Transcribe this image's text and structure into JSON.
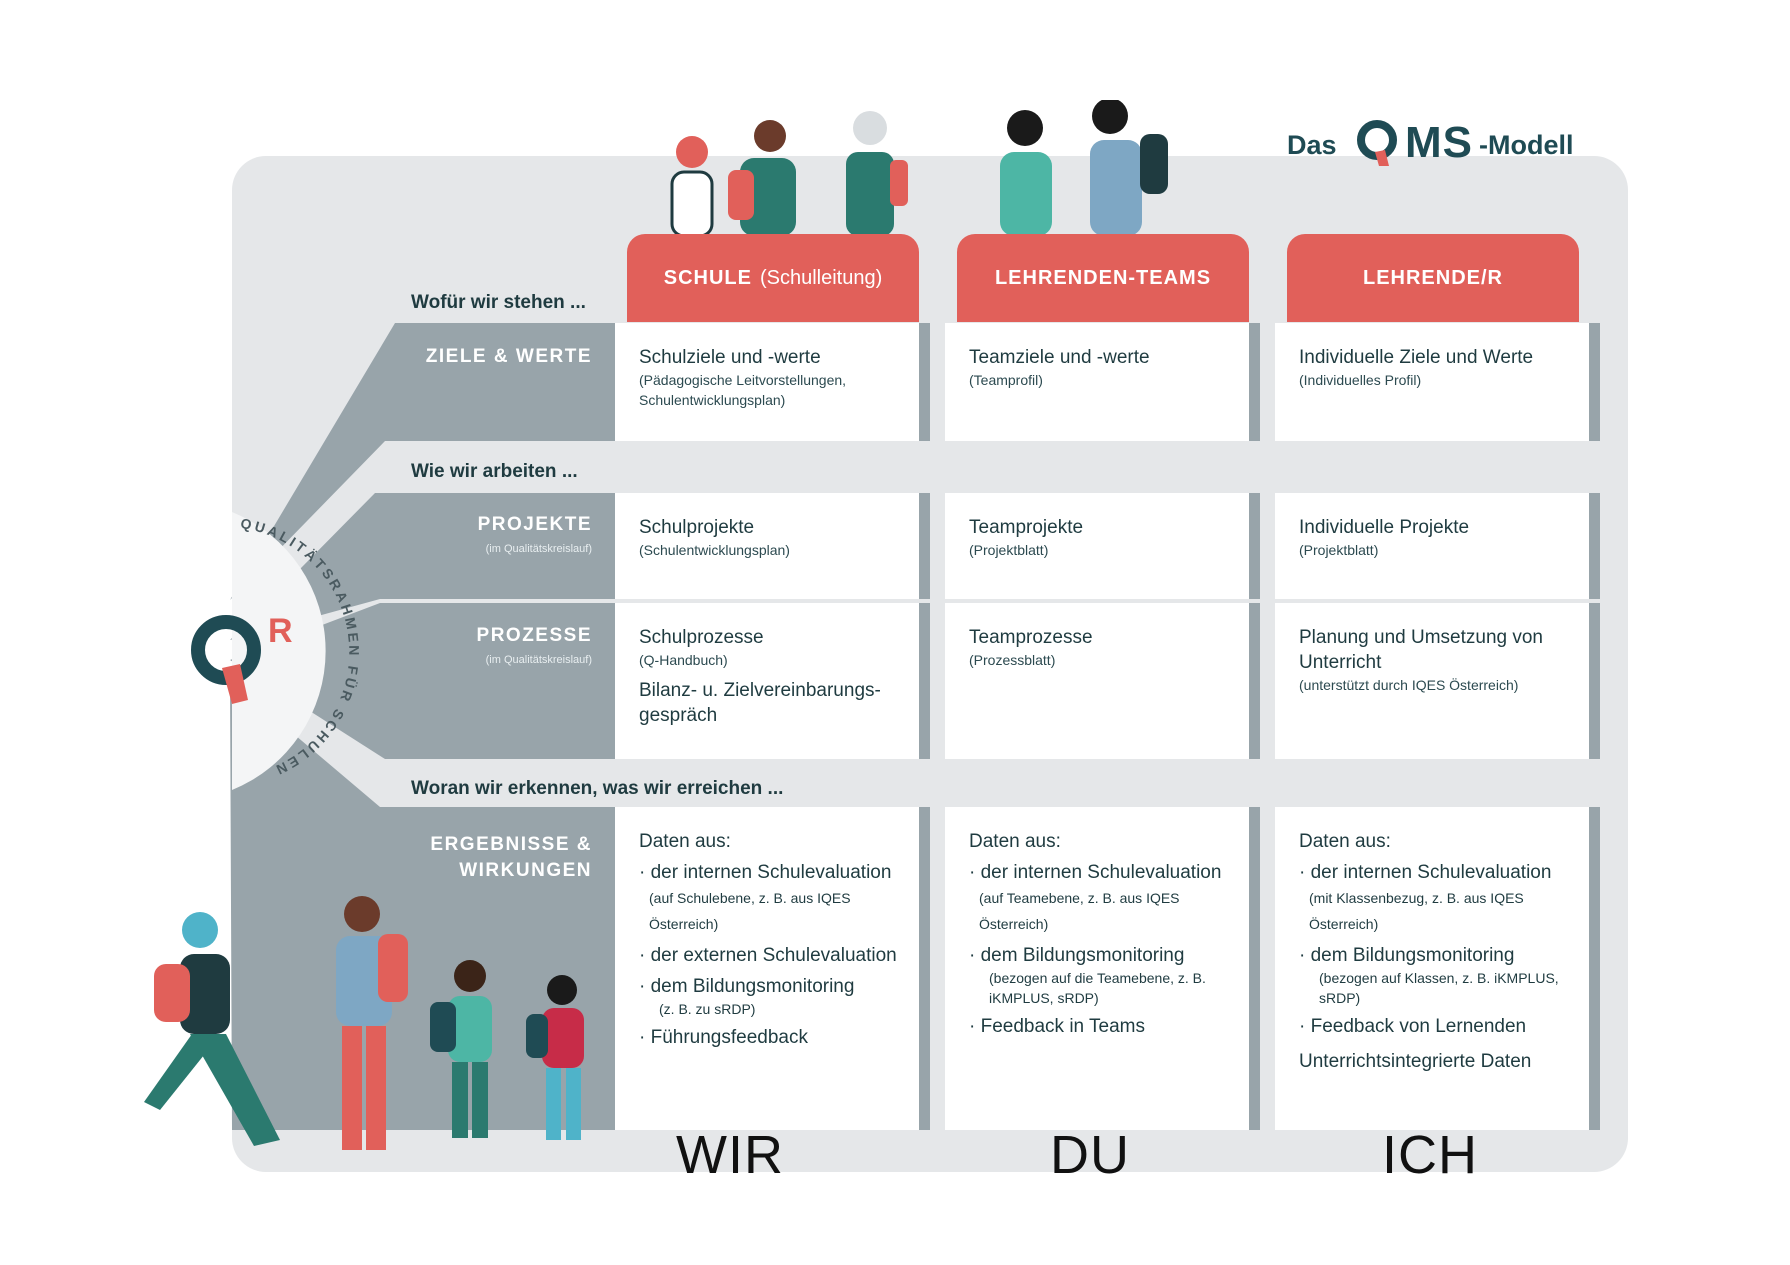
{
  "logo": {
    "prefix": "Das",
    "brand": "MS",
    "suffix": "-Modell"
  },
  "sections": {
    "stand": "Wofür wir stehen ...",
    "work": "Wie wir arbeiten ...",
    "recognize": "Woran wir erkennen, was wir erreichen ..."
  },
  "columns": [
    {
      "title": "SCHULE",
      "subtitle": "(Schulleitung)"
    },
    {
      "title": "LEHRENDEN-TEAMS",
      "subtitle": ""
    },
    {
      "title": "LEHRENDE/R",
      "subtitle": ""
    }
  ],
  "qr": {
    "ring_text": "QUALITÄTSRAHMEN FÜR SCHULEN",
    "letter": "R"
  },
  "rows": {
    "ziele": {
      "label": "ZIELE & WERTE",
      "cells": [
        {
          "main": "Schulziele und -werte",
          "note": "(Pädagogische Leitvorstellungen, Schulentwicklungsplan)"
        },
        {
          "main": "Teamziele und -werte",
          "note": "(Teamprofil)"
        },
        {
          "main": "Individuelle Ziele und Werte",
          "note": "(Individuelles Profil)"
        }
      ]
    },
    "projekte": {
      "label": "PROJEKTE",
      "sub": "(im Qualitätskreislauf)",
      "cells": [
        {
          "main": "Schulprojekte",
          "note": "(Schulentwicklungsplan)"
        },
        {
          "main": "Teamprojekte",
          "note": "(Projektblatt)"
        },
        {
          "main": "Individuelle Projekte",
          "note": "(Projektblatt)"
        }
      ]
    },
    "prozesse": {
      "label": "PROZESSE",
      "sub": "(im Qualitätskreislauf)",
      "cells": [
        {
          "main": "Schulprozesse",
          "note": "(Q-Handbuch)",
          "extra": "Bilanz- u. Zielvereinbarungs-gespräch"
        },
        {
          "main": "Teamprozesse",
          "note": "(Prozessblatt)"
        },
        {
          "main": "Planung und Umsetzung von Unterricht",
          "note": "(unterstützt durch IQES Österreich)"
        }
      ]
    },
    "ergebnisse": {
      "label1": "ERGEBNISSE &",
      "label2": "WIRKUNGEN",
      "cells": [
        {
          "head": "Daten aus:",
          "items": [
            {
              "text": "· der internen Schulevaluation",
              "note": "(auf Schulebene, z. B. aus IQES Österreich)"
            },
            {
              "text": "· der externen Schulevaluation",
              "note": ""
            },
            {
              "text": "· dem Bildungsmonitoring",
              "note": "(z. B. zu sRDP)"
            },
            {
              "text": "· Führungsfeedback",
              "note": ""
            }
          ]
        },
        {
          "head": "Daten aus:",
          "items": [
            {
              "text": "· der internen Schulevaluation",
              "note": "(auf Teamebene, z. B. aus IQES Österreich)"
            },
            {
              "text": "· dem Bildungsmonitoring",
              "note": "(bezogen auf die Teamebene, z. B. iKMPLUS, sRDP)"
            },
            {
              "text": "· Feedback in Teams",
              "note": ""
            }
          ]
        },
        {
          "head": "Daten aus:",
          "items": [
            {
              "text": "· der internen Schulevaluation",
              "note": "(mit Klassenbezug, z. B. aus IQES Österreich)"
            },
            {
              "text": "· dem Bildungsmonitoring",
              "note": "(bezogen auf Klassen, z. B. iKMPLUS, sRDP)"
            },
            {
              "text": "· Feedback von Lernenden",
              "note": ""
            }
          ],
          "extra": "Unterrichtsintegrierte Daten"
        }
      ]
    }
  },
  "bottom": [
    "WIR",
    "DU",
    "ICH"
  ],
  "colors": {
    "coral": "#e1605a",
    "teal": "#1f4b54",
    "slate": "#98a4aa",
    "panel": "#e5e7e9"
  }
}
